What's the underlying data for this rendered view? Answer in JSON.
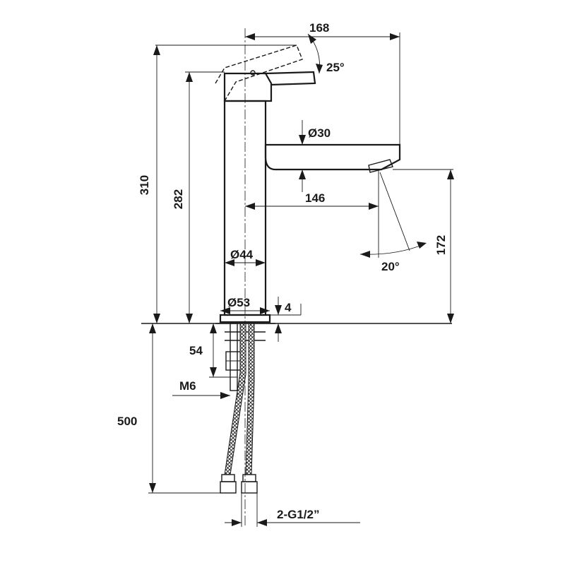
{
  "dimensions": {
    "spout_reach_total": "168",
    "handle_angle": "25°",
    "spout_diameter": "Ø30",
    "total_height": "310",
    "body_height": "282",
    "spout_reach": "146",
    "spout_height": "172",
    "spout_angle": "20°",
    "body_diameter": "Ø44",
    "base_diameter": "Ø53",
    "base_thickness": "4",
    "thread_length": "54",
    "bolt": "M6",
    "hose_length": "500",
    "hose_connection": "2-G1/2”"
  },
  "colors": {
    "line": "#1a1a1a",
    "background": "#ffffff"
  }
}
